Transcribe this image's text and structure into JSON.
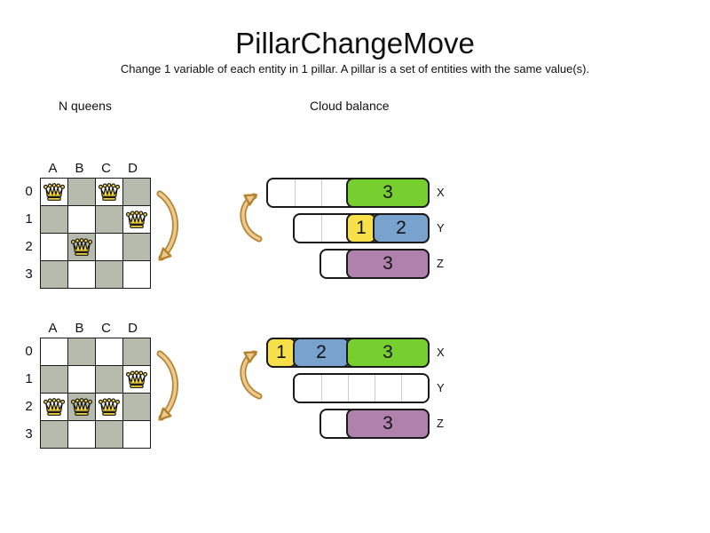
{
  "header": {
    "title": "PillarChangeMove",
    "subtitle": "Change 1 variable of each entity in 1 pillar. A pillar is a set of entities with the same value(s)."
  },
  "sections": {
    "nqueens_label": "N queens",
    "cloud_label": "Cloud balance"
  },
  "colors": {
    "board_gray": "#b7bbae",
    "queen_gold": "#f2d53c",
    "green": "#76ce2f",
    "yellow": "#f8e04a",
    "blue": "#7aa2cf",
    "purple": "#af81ac",
    "divider_gray": "#cccccc",
    "arrow_fill": "#ecc98f",
    "arrow_edge": "#b5832f"
  },
  "nqueens": {
    "columns": [
      "A",
      "B",
      "C",
      "D"
    ],
    "rows": [
      "0",
      "1",
      "2",
      "3"
    ],
    "before": {
      "queens": [
        {
          "col": "A",
          "row": 0
        },
        {
          "col": "C",
          "row": 0
        },
        {
          "col": "D",
          "row": 1
        },
        {
          "col": "B",
          "row": 2
        }
      ]
    },
    "after": {
      "queens": [
        {
          "col": "D",
          "row": 1
        },
        {
          "col": "A",
          "row": 2
        },
        {
          "col": "B",
          "row": 2
        },
        {
          "col": "C",
          "row": 2
        }
      ]
    }
  },
  "cloud": {
    "before": {
      "bars": [
        {
          "label": "X",
          "capacity": 6,
          "blocks": [
            {
              "value": "3",
              "size": 3,
              "color": "green"
            }
          ]
        },
        {
          "label": "Y",
          "capacity": 5,
          "blocks": [
            {
              "value": "1",
              "size": 1,
              "color": "yellow"
            },
            {
              "value": "2",
              "size": 2,
              "color": "blue"
            }
          ]
        },
        {
          "label": "Z",
          "capacity": 4,
          "blocks": [
            {
              "value": "3",
              "size": 3,
              "color": "purple"
            }
          ]
        }
      ]
    },
    "after": {
      "bars": [
        {
          "label": "X",
          "capacity": 6,
          "blocks": [
            {
              "value": "1",
              "size": 1,
              "color": "yellow"
            },
            {
              "value": "2",
              "size": 2,
              "color": "blue"
            },
            {
              "value": "3",
              "size": 3,
              "color": "green"
            }
          ]
        },
        {
          "label": "Y",
          "capacity": 5,
          "blocks": []
        },
        {
          "label": "Z",
          "capacity": 4,
          "blocks": [
            {
              "value": "3",
              "size": 3,
              "color": "purple"
            }
          ]
        }
      ]
    }
  }
}
